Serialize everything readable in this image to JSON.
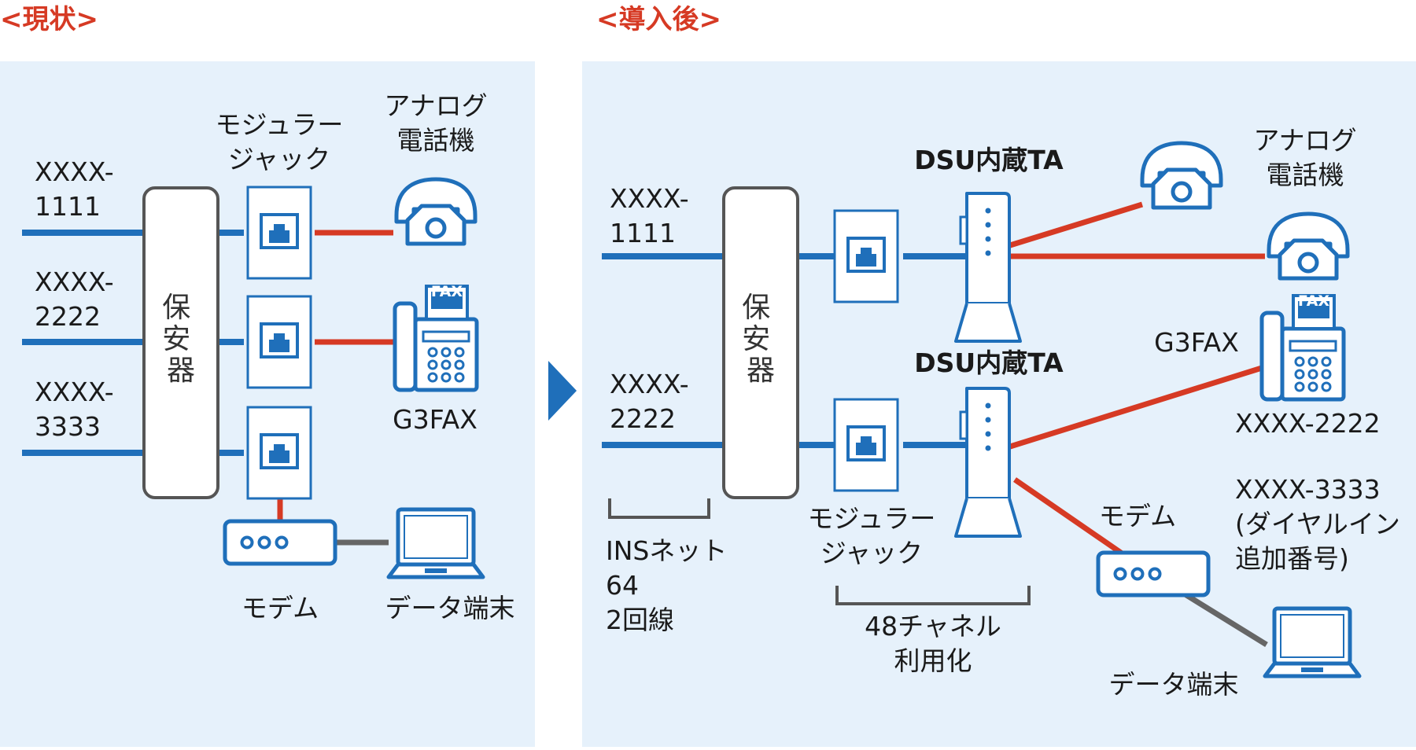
{
  "colors": {
    "panel_bg": "#e6f1fb",
    "line_blue": "#1f6fba",
    "line_red": "#d63a24",
    "line_gray": "#666666",
    "icon_blue": "#1f6fba",
    "device_border": "#555555"
  },
  "before": {
    "title": "<現状>",
    "numbers": [
      {
        "line1": "XXXX-",
        "line2": "1111"
      },
      {
        "line1": "XXXX-",
        "line2": "2222"
      },
      {
        "line1": "XXXX-",
        "line2": "3333"
      }
    ],
    "protector": "保安器",
    "jack_label": [
      "モジュラー",
      "ジャック"
    ],
    "phone_label": [
      "アナログ",
      "電話機"
    ],
    "fax_label": "G3FAX",
    "fax_badge": "FAX",
    "modem_label": "モデム",
    "terminal_label": "データ端末"
  },
  "after": {
    "title": "<導入後>",
    "numbers": [
      {
        "line1": "XXXX-",
        "line2": "1111"
      },
      {
        "line1": "XXXX-",
        "line2": "2222"
      }
    ],
    "protector": "保安器",
    "dsu_label_1": "DSU内蔵TA",
    "dsu_label_2": "DSU内蔵TA",
    "phone_label": [
      "アナログ",
      "電話機"
    ],
    "fax_label": "G3FAX",
    "fax_badge": "FAX",
    "fax_number": "XXXX-2222",
    "dial_in": [
      "XXXX-3333",
      "(ダイヤルイン",
      "追加番号)"
    ],
    "modem_label": "モデム",
    "terminal_label": "データ端末",
    "jack_label": [
      "モジュラー",
      "ジャック"
    ],
    "ins_label": [
      "INSネット",
      "64",
      "2回線"
    ],
    "channel_label": [
      "48チャネル",
      "利用化"
    ]
  }
}
